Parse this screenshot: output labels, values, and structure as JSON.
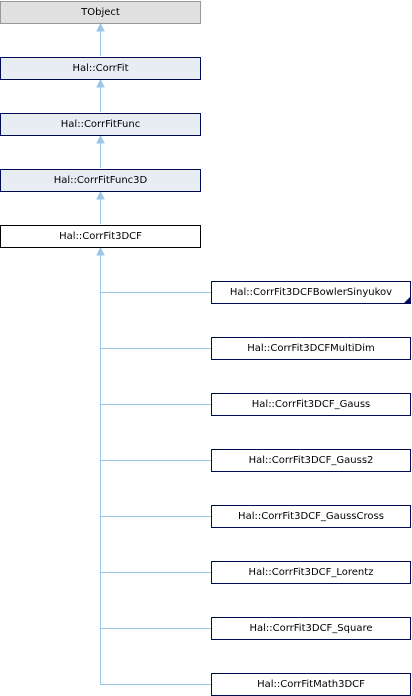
{
  "nodes": {
    "tobject": "TObject",
    "corrfit": "Hal::CorrFit",
    "corrfitfunc": "Hal::CorrFitFunc",
    "corrfitfunc3d": "Hal::CorrFitFunc3D",
    "corrfit3dcf": "Hal::CorrFit3DCF"
  },
  "children": [
    {
      "label": "Hal::CorrFit3DCFBowlerSinyukov",
      "has_more": true
    },
    {
      "label": "Hal::CorrFit3DCFMultiDim"
    },
    {
      "label": "Hal::CorrFit3DCF_Gauss"
    },
    {
      "label": "Hal::CorrFit3DCF_Gauss2"
    },
    {
      "label": "Hal::CorrFit3DCF_GaussCross"
    },
    {
      "label": "Hal::CorrFit3DCF_Lorentz"
    },
    {
      "label": "Hal::CorrFit3DCF_Square"
    },
    {
      "label": "Hal::CorrFitMath3DCF"
    }
  ],
  "colors": {
    "edge": "#9ac7e6",
    "node_border": "#000a56",
    "base_fill": "#e8edf3",
    "root_fill": "#e0e0e0"
  }
}
